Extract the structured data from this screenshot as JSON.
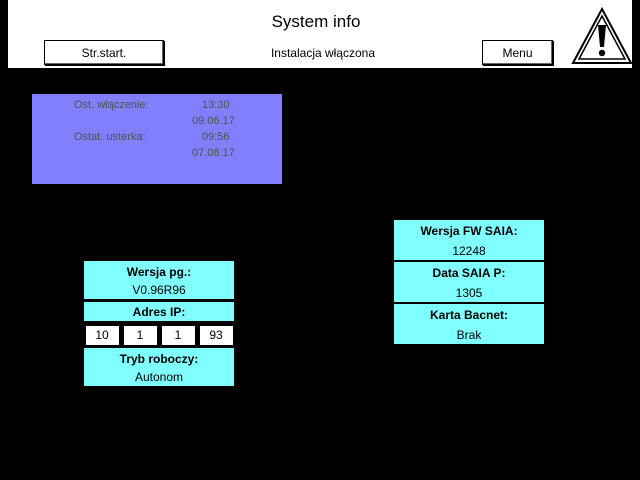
{
  "header": {
    "title": "System info",
    "status": "Instalacja włączona",
    "start_button": "Str.start.",
    "menu_button": "Menu"
  },
  "info_panel": {
    "last_on_label": "Ost. włączenie:",
    "last_on_time": "13:30",
    "last_on_date": "09.06.17",
    "last_fail_label": "Ostat. usterka:",
    "last_fail_time": "09:56",
    "last_fail_date": "07.08.17"
  },
  "program": {
    "version_label": "Wersja pg.:",
    "version_value": "V0.96R96",
    "ip_label": "Adres IP:",
    "ip": [
      "10",
      "1",
      "1",
      "93"
    ],
    "mode_label": "Tryb roboczy:",
    "mode_value": "Autonom"
  },
  "saia": {
    "fw_label": "Wersja FW SAIA:",
    "fw_value": "12248",
    "date_label": "Data SAIA P:",
    "date_value": "1305",
    "bacnet_label": "Karta Bacnet:",
    "bacnet_value": "Brak"
  },
  "icons": {
    "warning": "warning-triangle-icon"
  },
  "colors": {
    "background": "#000000",
    "info_panel": "#8080ff",
    "cyan_panel": "#80ffff"
  }
}
